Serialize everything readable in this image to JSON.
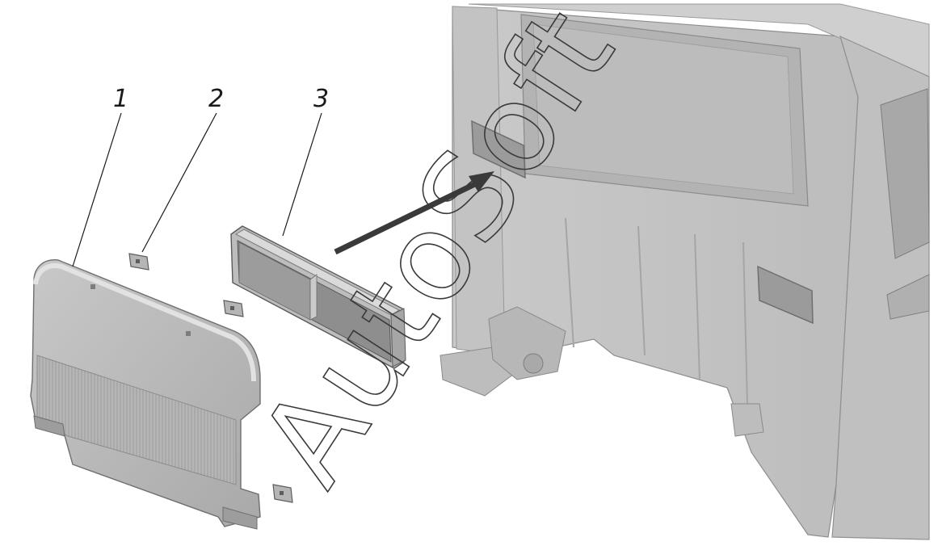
{
  "callouts": [
    {
      "id": "1",
      "label": "1"
    },
    {
      "id": "2",
      "label": "2"
    },
    {
      "id": "3",
      "label": "3"
    }
  ],
  "watermark": {
    "text": "AutoSoft"
  },
  "colors": {
    "body_panel": "#c6c6c6",
    "body_dark": "#9a9a9a",
    "part_fill": "#b9b9b9",
    "part_dark": "#7e7e7e",
    "line": "#1a1a1a"
  }
}
